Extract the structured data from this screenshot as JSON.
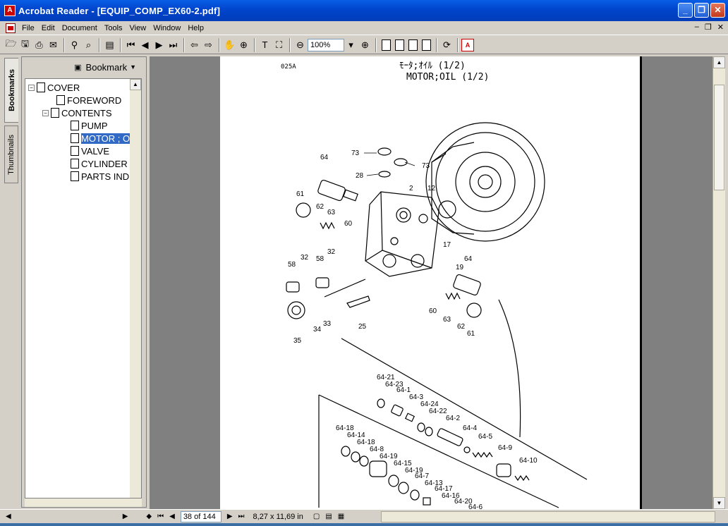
{
  "window": {
    "title": "Acrobat Reader - [EQUIP_COMP_EX60-2.pdf]",
    "minimize": "_",
    "maximize": "❐",
    "close": "✕"
  },
  "menu": {
    "items": [
      "File",
      "Edit",
      "Document",
      "Tools",
      "View",
      "Window",
      "Help"
    ],
    "mdi_min": "–",
    "mdi_restore": "❐",
    "mdi_close": "✕"
  },
  "toolbar": {
    "zoom": "100%"
  },
  "tabs": {
    "bookmarks": "Bookmarks",
    "thumbnails": "Thumbnails"
  },
  "bookmarks": {
    "header": "Bookmark",
    "items": [
      {
        "label": "COVER",
        "level": 0,
        "expanded": true
      },
      {
        "label": "FOREWORD",
        "level": 1
      },
      {
        "label": "CONTENTS",
        "level": 1,
        "expanded": true
      },
      {
        "label": "PUMP",
        "level": 2
      },
      {
        "label": "MOTOR ; OI",
        "level": 2,
        "selected": true
      },
      {
        "label": "VALVE",
        "level": 2
      },
      {
        "label": "CYLINDER",
        "level": 2
      },
      {
        "label": "PARTS INDE",
        "level": 2
      }
    ]
  },
  "page": {
    "id": "025A",
    "title_jp": "ﾓｰﾀ;ｵｲﾙ (1/2)",
    "title": "MOTOR;OIL (1/2)",
    "callouts": [
      "73",
      "28",
      "2",
      "73",
      "64",
      "12",
      "61",
      "62",
      "63",
      "60",
      "17",
      "32",
      "32",
      "58",
      "58",
      "19",
      "64",
      "33",
      "34",
      "25",
      "60",
      "63",
      "62",
      "61",
      "35",
      "64-21",
      "64-23",
      "64-1",
      "64-3",
      "64-24",
      "64-22",
      "64-2",
      "64-4",
      "64-5",
      "64-9",
      "64-10",
      "64-18",
      "64-14",
      "64-18",
      "64-8",
      "64-19",
      "64-15",
      "64-19",
      "64-7",
      "64-13",
      "64-17",
      "64-16",
      "64-20",
      "64-6"
    ]
  },
  "status": {
    "page_indicator": "38 of 144",
    "page_size": "8,27 x 11,69 in"
  }
}
